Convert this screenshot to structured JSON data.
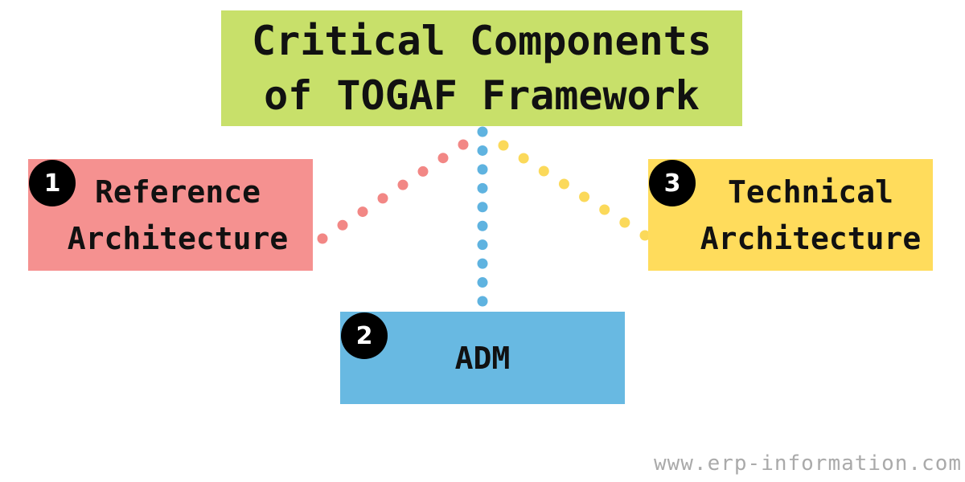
{
  "title": {
    "line1": "Critical Components",
    "line2": "of TOGAF Framework"
  },
  "nodes": {
    "reference": {
      "number": "1",
      "line1": "Reference",
      "line2": "Architecture"
    },
    "adm": {
      "number": "2",
      "label": "ADM"
    },
    "technical": {
      "number": "3",
      "line1": "Technical",
      "line2": "Architecture"
    }
  },
  "watermark": "www.erp-information.com",
  "colors": {
    "title_bg": "#c8e06a",
    "reference_bg": "#f59190",
    "adm_bg": "#68b9e2",
    "technical_bg": "#ffdc5c",
    "reference_dots": "#f28785",
    "adm_dots": "#5fb3e0",
    "technical_dots": "#fbd95a",
    "badge_bg": "#000000"
  }
}
